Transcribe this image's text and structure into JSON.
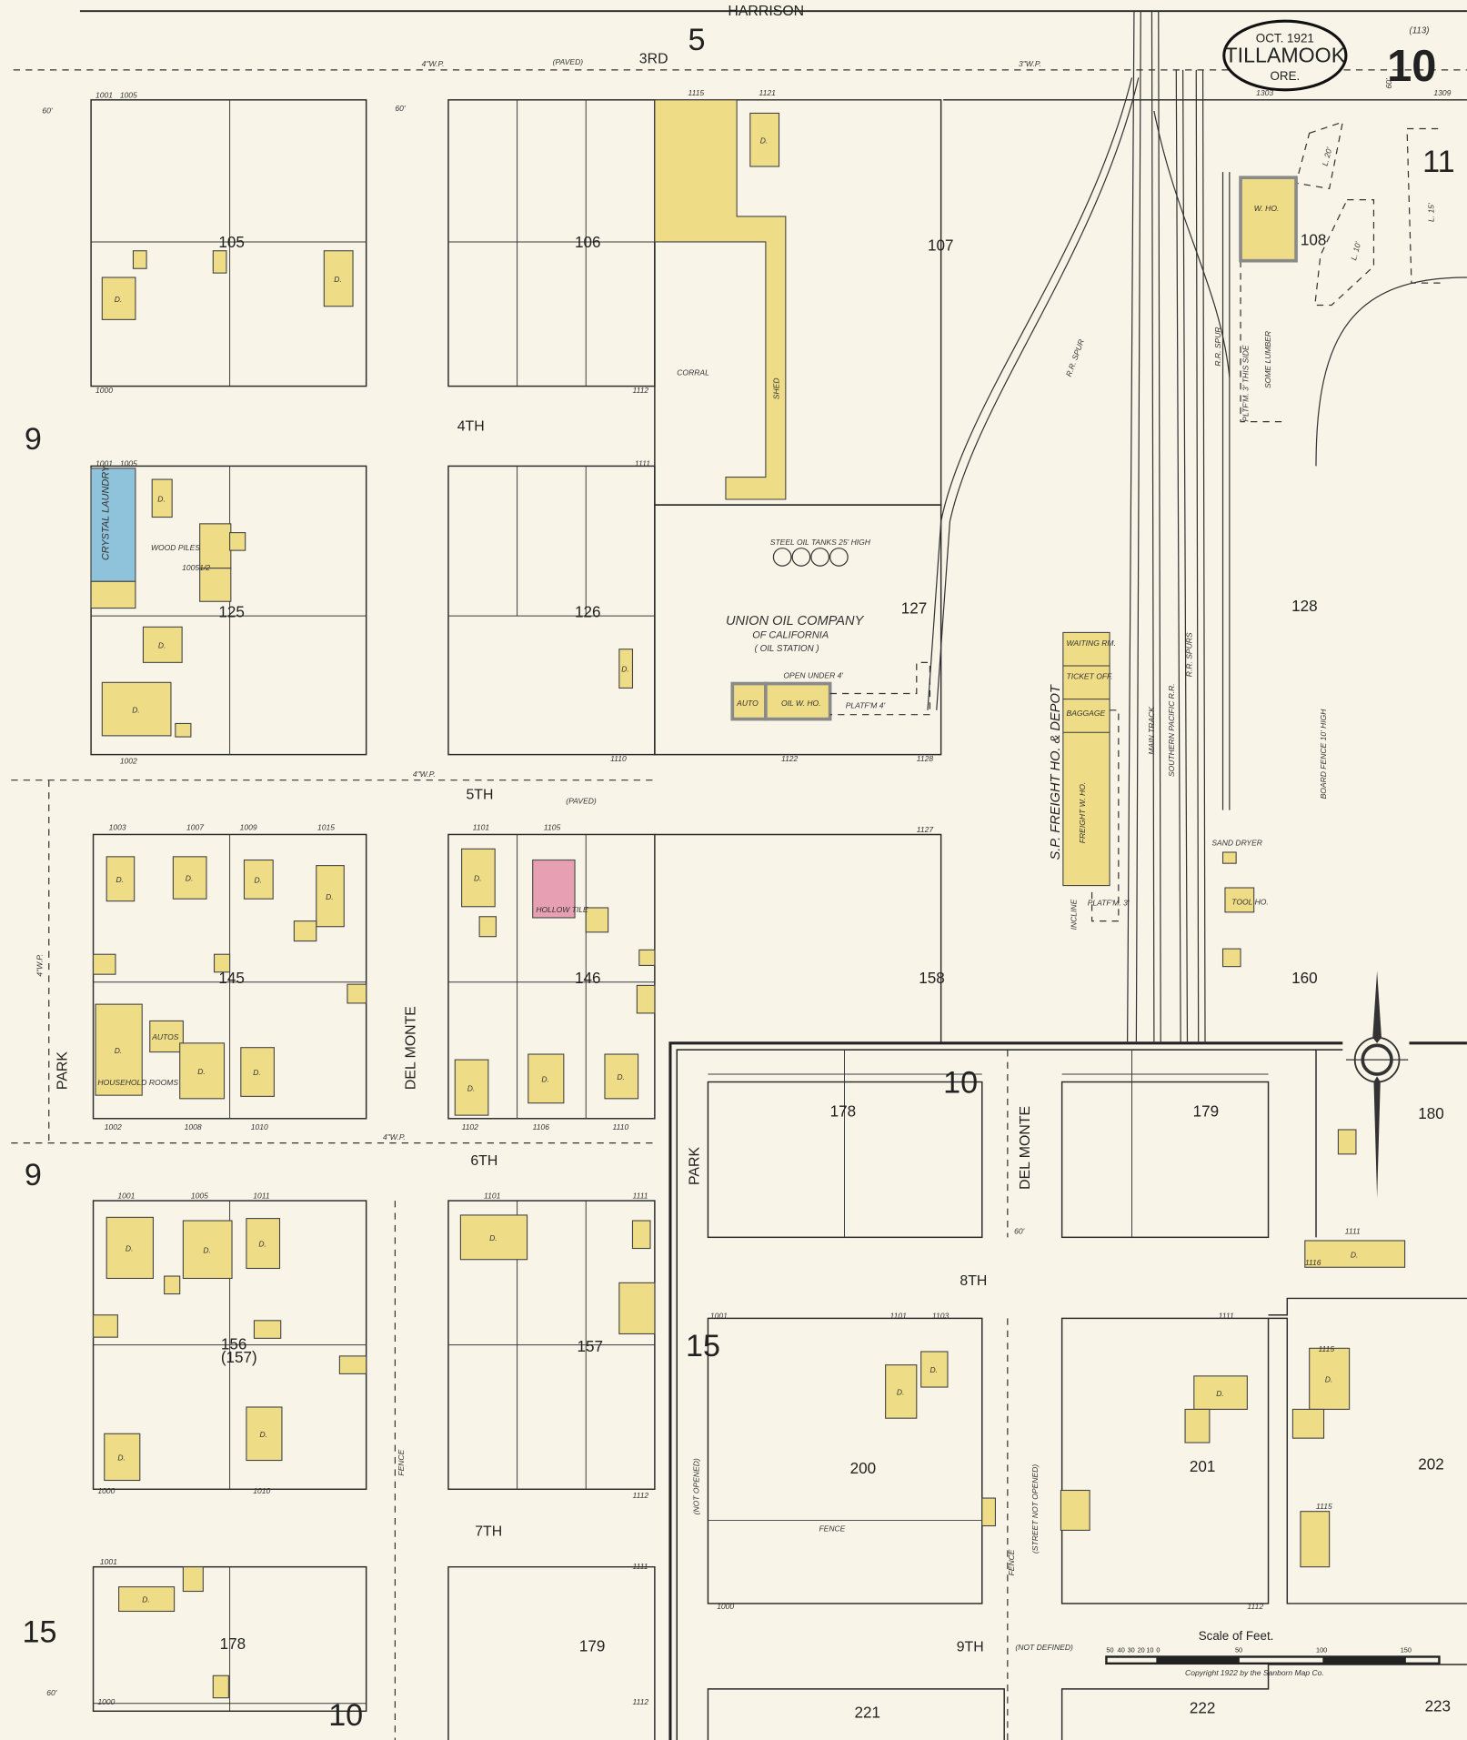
{
  "title": {
    "date": "OCT. 1921",
    "city": "TILLAMOOK",
    "state": "ORE."
  },
  "sheet": {
    "number": "10",
    "reference": "(113)"
  },
  "adjoining_sheets": {
    "top": "5",
    "left_upper": "9",
    "left_middle": "9",
    "left_lower": "15",
    "bottom": "10",
    "center": "10",
    "lower_center": "15",
    "top_right": "11"
  },
  "streets": {
    "harrison": "HARRISON",
    "third": "3RD",
    "fourth": "4TH",
    "fifth": "5TH",
    "sixth": "6TH",
    "seventh": "7TH",
    "eighth": "8TH",
    "ninth": "9TH",
    "park": "PARK",
    "del_monte": "DEL MONTE",
    "paved": "(PAVED)",
    "water_pipe": "4\"W.P.",
    "water_pipe_3": "3\"W.P.",
    "not_opened": "(NOT OPENED)",
    "street_not_opened": "(STREET NOT OPENED)",
    "not_defined": "(NOT DEFINED)",
    "fence": "FENCE",
    "width": "60'"
  },
  "blocks": [
    "105",
    "106",
    "107",
    "108",
    "125",
    "126",
    "127",
    "128",
    "145",
    "146",
    "158",
    "160",
    "156",
    "(157)",
    "157",
    "178",
    "179",
    "178",
    "179",
    "180",
    "200",
    "201",
    "202",
    "221",
    "222",
    "223"
  ],
  "labels": {
    "union_oil": "UNION OIL COMPANY",
    "union_oil_sub": "OF CALIFORNIA",
    "union_oil_use": "( OIL STATION )",
    "oil_tanks": "STEEL OIL TANKS 25' HIGH",
    "oil_wh": "OIL W. HO.",
    "auto": "AUTO",
    "open_under": "OPEN UNDER 4'",
    "platform": "PLATF'M 4'",
    "corral": "CORRAL",
    "shed": "SHED",
    "depot": "S.P. FREIGHT HO. & DEPOT",
    "waiting_rm": "WAITING RM.",
    "ticket_off": "TICKET OFF.",
    "baggage": "BAGGAGE",
    "freight_wh": "FREIGHT W. HO.",
    "platform_depot": "PLATF'M. 3'",
    "incline": "INCLINE",
    "main_track": "MAIN TRACK",
    "southern_pacific": "SOUTHERN PACIFIC R.R.",
    "rr_spurs": "R.R. SPURS",
    "rr_spur": "R.R. SPUR",
    "platform_this_side": "PLTF'M. 3' THIS SIDE",
    "some_lumber": "SOME LUMBER",
    "wh": "W. HO.",
    "board_fence": "BOARD FENCE 10' HIGH",
    "sand_dryer": "SAND DRYER",
    "tool_ho": "TOOL HO.",
    "crystal_laundry": "CRYSTAL LAUNDRY",
    "wood_piles": "WOOD PILES",
    "household_rooms": "HOUSEHOLD ROOMS",
    "autos": "AUTOS",
    "hollow_tile": "HOLLOW TILE",
    "dwelling": "D.",
    "fence": "FENCE",
    "lumber_20": "L. 20'",
    "lumber_10": "L. 10'",
    "lumber_15": "L. 15'"
  },
  "house_numbers": [
    "1001",
    "1005",
    "1000",
    "1111",
    "1112",
    "1115",
    "1121",
    "1303",
    "1309",
    "1001",
    "1005",
    "10051/2",
    "1002",
    "1110",
    "1122",
    "1128",
    "1003",
    "1007",
    "1009",
    "1015",
    "1101",
    "1105",
    "1127",
    "1002",
    "1008",
    "1010",
    "1102",
    "1106",
    "1110",
    "1001",
    "1005",
    "1011",
    "1101",
    "1111",
    "1000",
    "1010",
    "1112",
    "1001",
    "1111",
    "1000",
    "1112",
    "1001",
    "1101",
    "1103",
    "1111",
    "1000",
    "1112",
    "1116",
    "1115",
    "1111",
    "1115"
  ],
  "scale": {
    "title": "Scale of Feet.",
    "ticks": [
      "50",
      "40",
      "30",
      "20",
      "10",
      "0",
      "50",
      "100",
      "150"
    ]
  },
  "copyright": "Copyright 1922 by the Sanborn Map Co.",
  "colors": {
    "frame_brick": "#efdc86",
    "frame_fill": "#efdc86",
    "laundry_concrete": "#8fc3dc",
    "tile": "#e7a0b3",
    "paper": "#f8f5e8"
  },
  "compass": "north-arrow-icon"
}
